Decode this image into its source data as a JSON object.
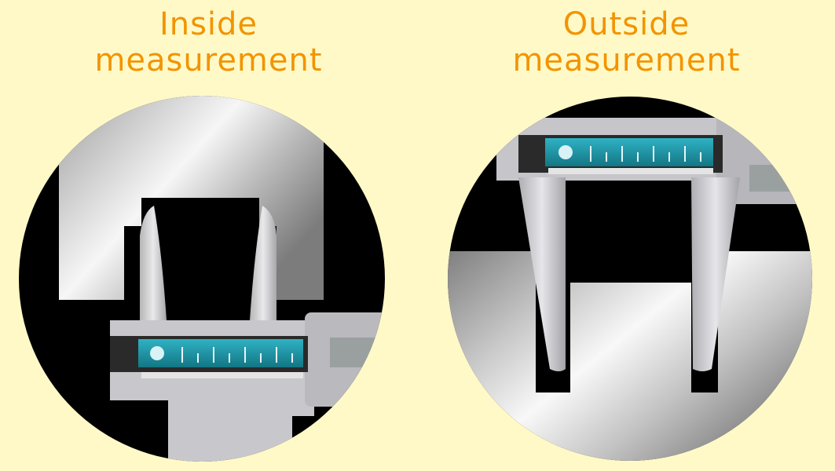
{
  "panels": [
    {
      "title_line1": "Inside",
      "title_line2": "measurement"
    },
    {
      "title_line1": "Outside",
      "title_line2": "measurement"
    }
  ],
  "colors": {
    "background": "#fff9c8",
    "title": "#f29400",
    "lcd": "#1a8ea0",
    "metal_dark": "#8e8e8e",
    "metal_light": "#f4f4f4"
  },
  "icons": [
    "caliper-illustration",
    "workpiece-illustration"
  ]
}
